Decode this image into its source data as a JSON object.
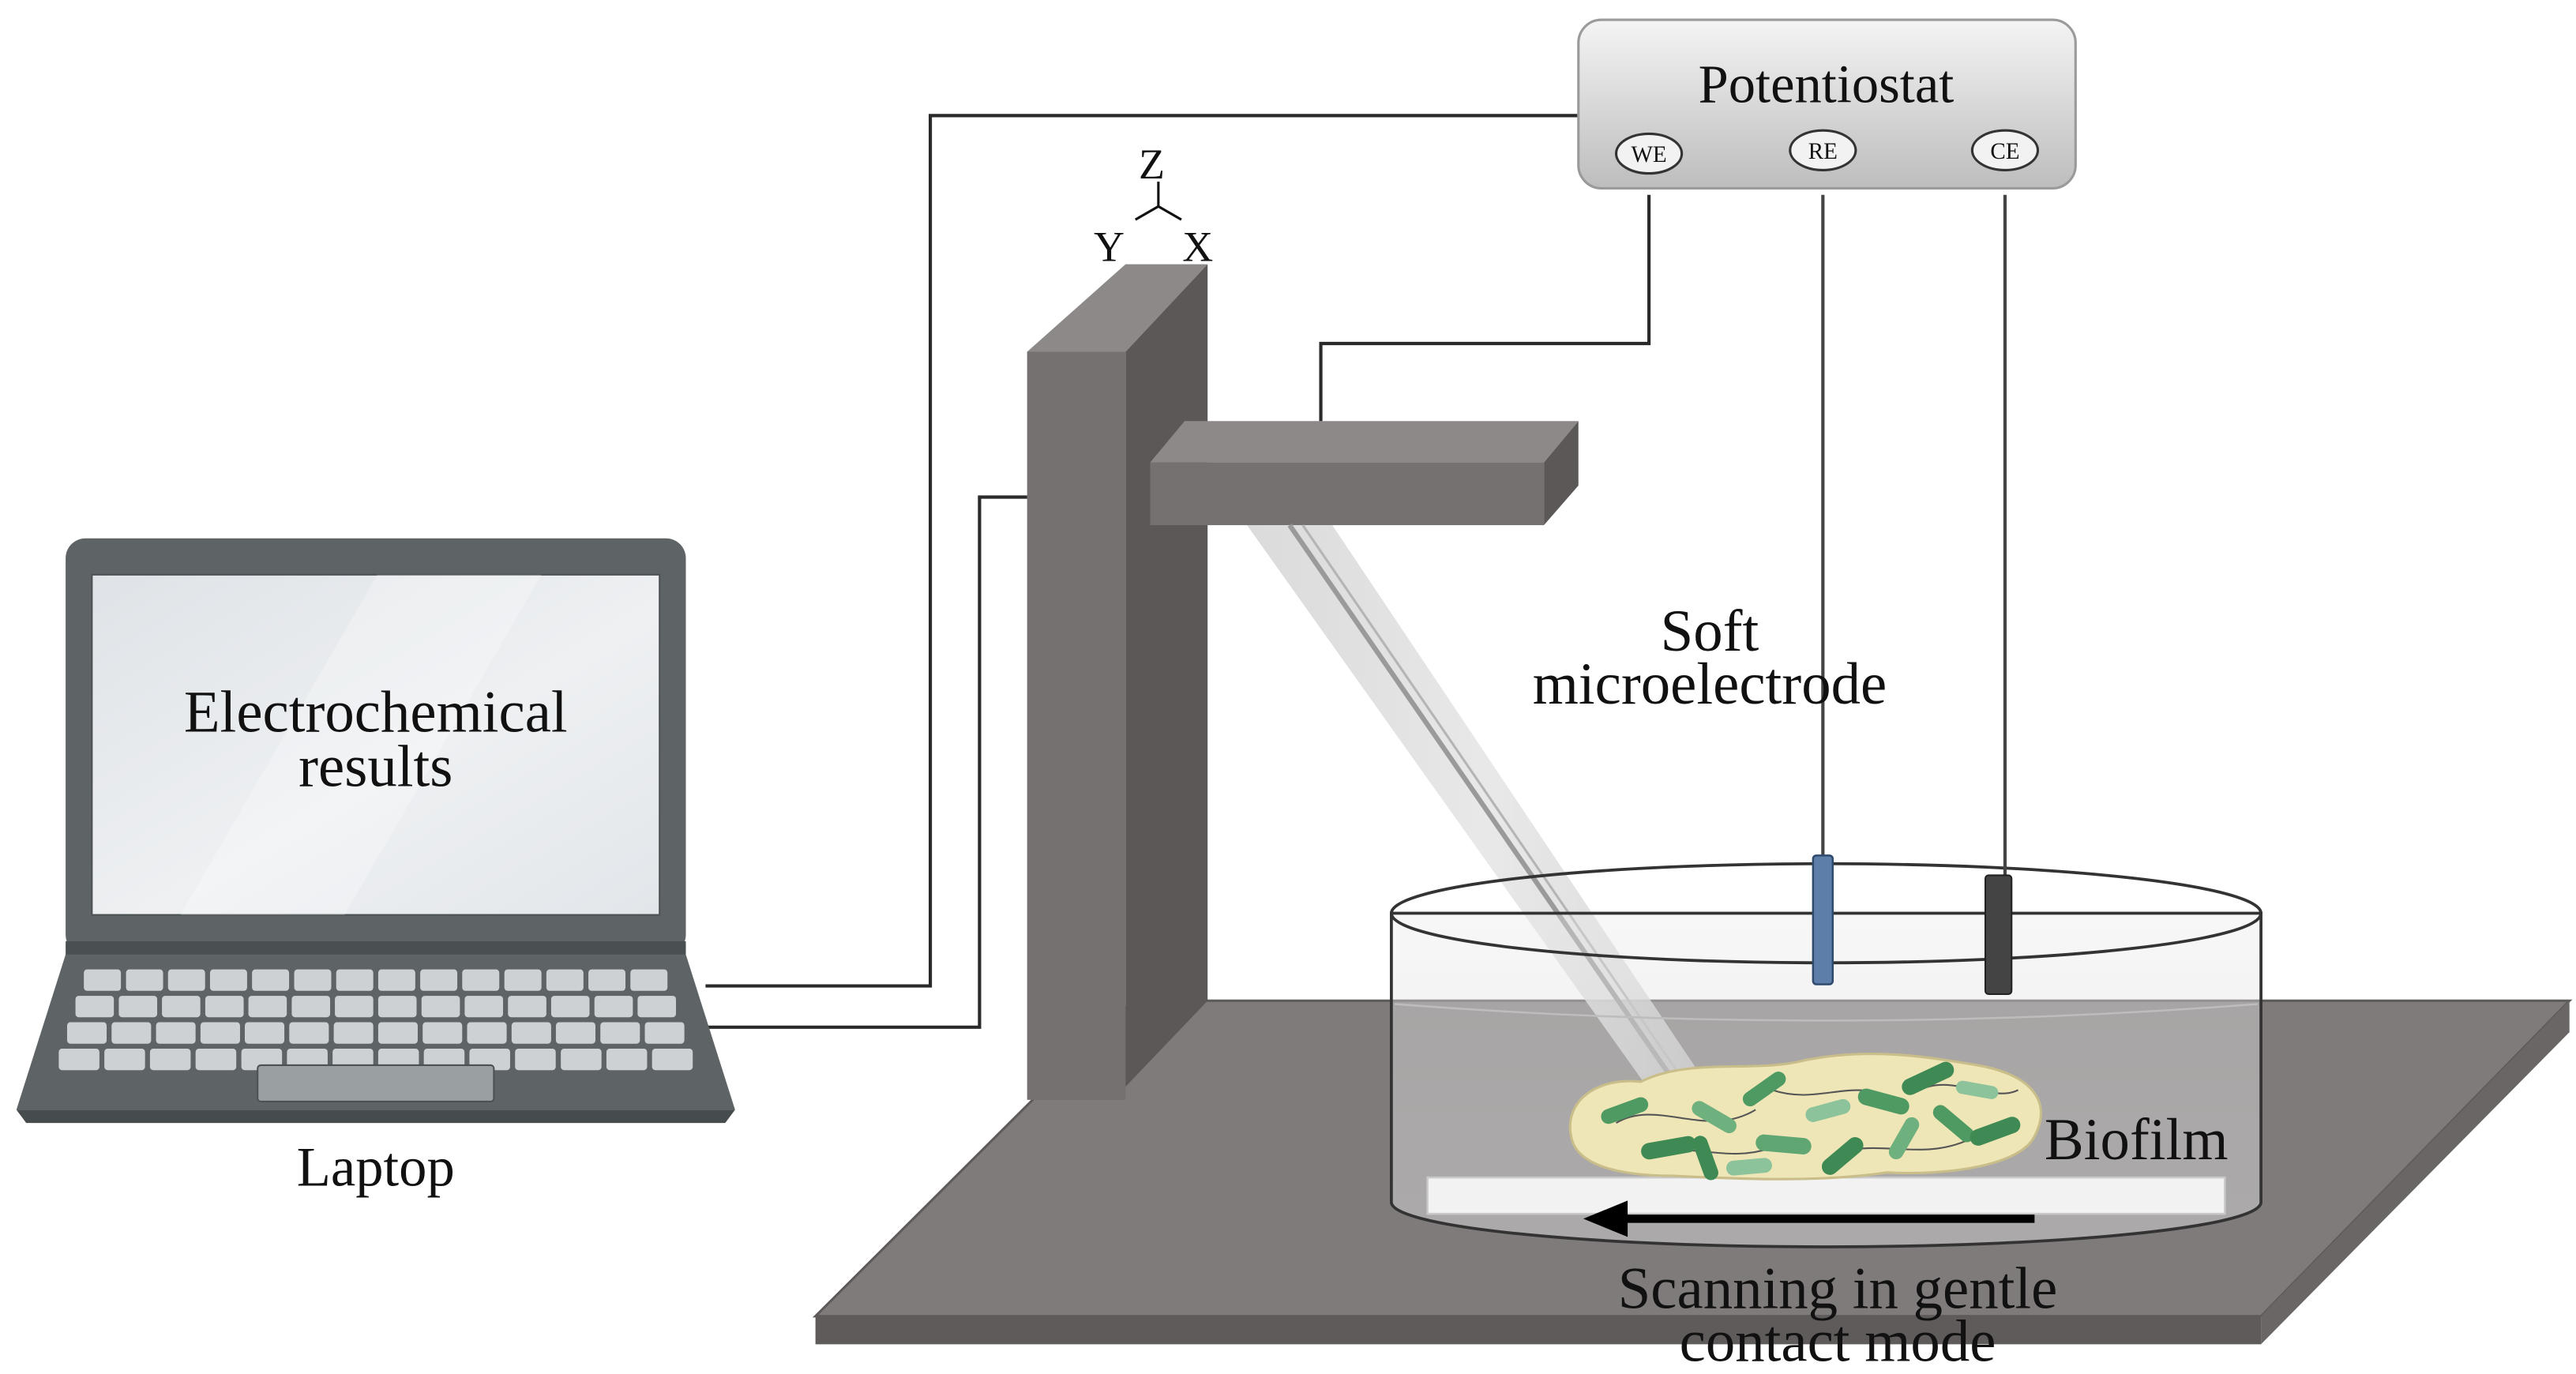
{
  "potentiostat": {
    "title": "Potentiostat",
    "terminals": {
      "we": "WE",
      "re": "RE",
      "ce": "CE"
    }
  },
  "axes": {
    "z": "Z",
    "y": "Y",
    "x": "X"
  },
  "laptop": {
    "screen_line1": "Electrochemical",
    "screen_line2": "results",
    "caption": "Laptop"
  },
  "microelectrode": {
    "line1": "Soft",
    "line2": "microelectrode"
  },
  "biofilm": {
    "label": "Biofilm"
  },
  "scanning": {
    "line1": "Scanning in gentle",
    "line2": "contact mode"
  },
  "colors": {
    "stand": "#767171",
    "stand_dark": "#5c5858",
    "stand_light": "#8d8989",
    "base_plate": "#7f7b7b",
    "laptop_body": "#5e6466",
    "screen": "#e8ebee",
    "biofilm": "#efe6b8",
    "bacteria": "#4f9a62",
    "reference_electrode": "#5d7ea8",
    "counter_electrode": "#444444",
    "potentiostat_fill": "#d9d9d9"
  }
}
